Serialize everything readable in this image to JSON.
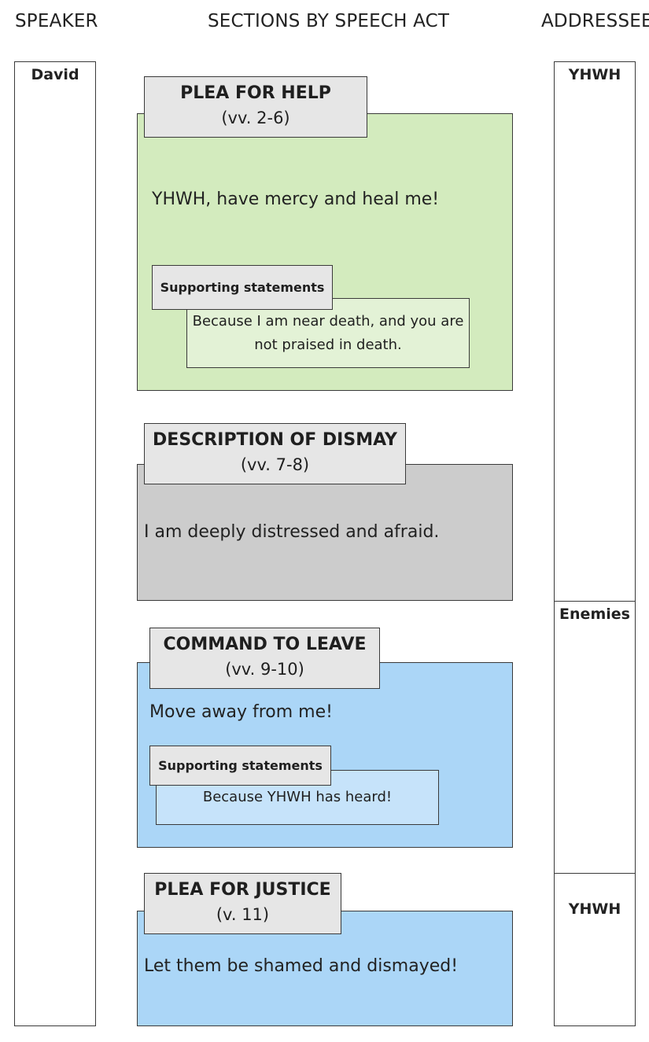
{
  "headers": {
    "speaker": "SPEAKER",
    "sections": "SECTIONS BY SPEECH ACT",
    "addressee": "ADDRESSEE"
  },
  "speaker": {
    "name": "David"
  },
  "addressees": [
    "YHWH",
    "Enemies",
    "YHWH"
  ],
  "sections": [
    {
      "title": "PLEA FOR HELP",
      "verses": "(vv. 2-6)",
      "text": "YHWH, have mercy and heal me!",
      "support_label": "Supporting statements",
      "support_text": "Because I am near death, and you are not praised in death.",
      "color": "#d3ebbe",
      "support_color": "#e3f2d6"
    },
    {
      "title": "DESCRIPTION OF DISMAY",
      "verses": "(vv. 7-8)",
      "text": "I am deeply distressed and afraid.",
      "color": "#cccccc"
    },
    {
      "title": "COMMAND TO LEAVE",
      "verses": "(vv. 9-10)",
      "text": "Move away from me!",
      "support_label": "Supporting statements",
      "support_text": "Because YHWH has heard!",
      "color": "#abd6f7",
      "support_color": "#c6e3fa"
    },
    {
      "title": "PLEA FOR JUSTICE",
      "verses": "(v. 11)",
      "text": "Let them be shamed and dismayed!",
      "color": "#abd6f7"
    }
  ]
}
